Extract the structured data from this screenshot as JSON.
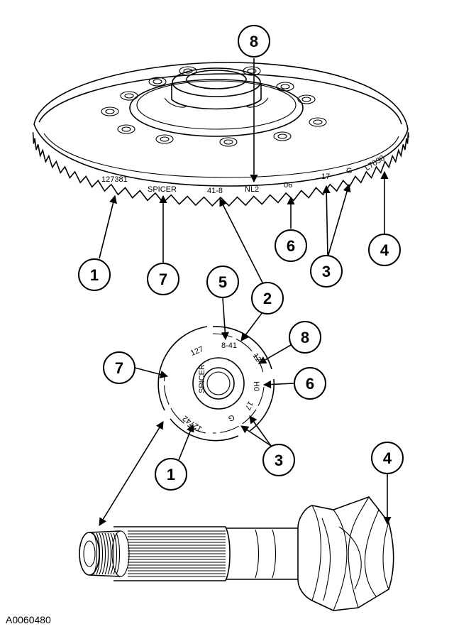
{
  "figure_id": "A0060480",
  "ring_gear_markings": [
    {
      "id": "rg-127381",
      "text": "127381"
    },
    {
      "id": "rg-spicer",
      "text": "SPICER"
    },
    {
      "id": "rg-41-8",
      "text": "41-8"
    },
    {
      "id": "rg-nl2",
      "text": "NL2"
    },
    {
      "id": "rg-06",
      "text": "06"
    },
    {
      "id": "rg-17",
      "text": "17"
    },
    {
      "id": "rg-g",
      "text": "G"
    },
    {
      "id": "rg-l7038",
      "text": "L7038"
    }
  ],
  "pinion_markings": [
    {
      "id": "pn-127a",
      "text": "127"
    },
    {
      "id": "pn-8-41",
      "text": "8-41"
    },
    {
      "id": "pn-127b",
      "text": "127"
    },
    {
      "id": "pn-h0",
      "text": "H0"
    },
    {
      "id": "pn-17",
      "text": "17"
    },
    {
      "id": "pn-g",
      "text": "G"
    },
    {
      "id": "pn-12742",
      "text": "12742"
    },
    {
      "id": "pn-spicer",
      "text": "SPICER"
    }
  ],
  "callouts": [
    {
      "id": "top-8",
      "label": "8"
    },
    {
      "id": "ring-1",
      "label": "1"
    },
    {
      "id": "ring-7",
      "label": "7"
    },
    {
      "id": "ring-6",
      "label": "6"
    },
    {
      "id": "ring-3",
      "label": "3"
    },
    {
      "id": "ring-4",
      "label": "4"
    },
    {
      "id": "pin-5",
      "label": "5"
    },
    {
      "id": "pin-2",
      "label": "2"
    },
    {
      "id": "pin-8",
      "label": "8"
    },
    {
      "id": "pin-7",
      "label": "7"
    },
    {
      "id": "pin-6",
      "label": "6"
    },
    {
      "id": "pin-3",
      "label": "3"
    },
    {
      "id": "pin-1",
      "label": "1"
    },
    {
      "id": "shaft-4",
      "label": "4"
    }
  ]
}
